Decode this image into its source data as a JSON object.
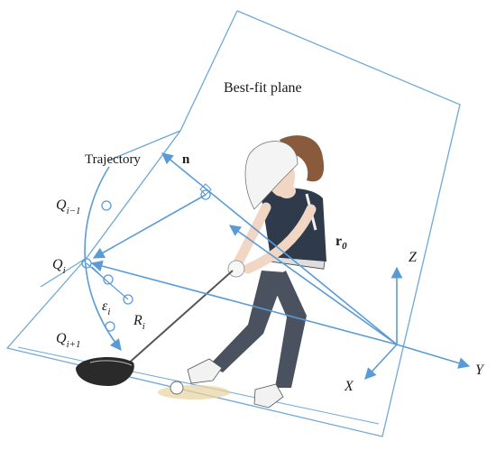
{
  "diagram": {
    "plane_label": "Best-fit plane",
    "trajectory_label": "Trajectory",
    "normal_label": "n",
    "r0_label": "r",
    "r0_sub": "0",
    "axes": {
      "x": "X",
      "y": "Y",
      "z": "Z"
    },
    "points": [
      {
        "base": "Q",
        "sub": "i−1"
      },
      {
        "base": "Q",
        "sub": "i"
      },
      {
        "base": "Q",
        "sub": "i+1"
      }
    ],
    "epsilon": {
      "base": "ε",
      "sub": "i"
    },
    "R": {
      "base": "R",
      "sub": "i"
    }
  },
  "colors": {
    "plane": "#6fa8d6",
    "vectors": "#5b9bd5",
    "shirt": "#2f3a4a",
    "pants": "#4a5260",
    "hair": "#8a5a3c",
    "skin": "#f2d6c4"
  }
}
